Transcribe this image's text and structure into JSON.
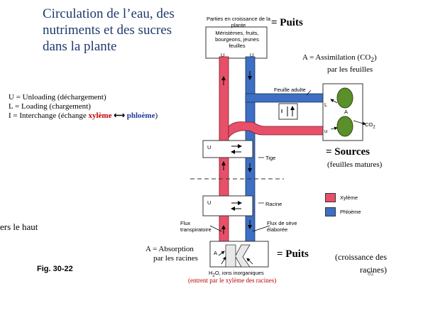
{
  "title": "Circulation de l’eau, des nutriments et des sucres dans la plante",
  "top_box": "Parties en croissance de la plante",
  "meristemes": "Méristèmes, fruits, bourgeons, jeunes feuilles",
  "u_label": "U",
  "puits_top": "= Puits",
  "assimilation_line1": "A = Assimilation (CO",
  "assimilation_sub": "2",
  "assimilation_close": ")",
  "assimilation_line2": "par les feuilles",
  "feuille_adulte": "Feuille adulte",
  "co2": "CO",
  "co2_sub": "2",
  "leaf_L": "L",
  "leaf_A": "A",
  "leaf_U": "u",
  "box_I": "I",
  "box_U": "U",
  "box_L": "L",
  "abbrev": {
    "u": "U = Unloading (déchargement)",
    "l": "L = Loading (chargement)",
    "i_prefix": "I = Interchange (échange ",
    "i_xylem": "xylème",
    "i_arrows": "⟷",
    "i_phloem": "phloème",
    "i_suffix": ")"
  },
  "sources": "= Sources",
  "sources_sub": "(feuilles matures)",
  "tige": "Tige",
  "racine": "Racine",
  "legend": [
    {
      "label": "Xylème",
      "color": "#e8506a"
    },
    {
      "label": "Phloème",
      "color": "#3d6fc2"
    }
  ],
  "vers_le_haut": "ers le haut",
  "flux_transpiratoire": "Flux transpiratoire",
  "flux_seve": "Flux de sève élaborée",
  "absorption_line1": "A = Absorption",
  "absorption_line2": "par les racines",
  "root_A": "A",
  "puits_bottom": "= Puits",
  "puits_bottom_sub": "(croissance des racines)",
  "fig_label": "Fig. 30-22",
  "h2o": "H",
  "h2o_sub": "2",
  "h2o_rest": "O, ions inorganiques",
  "entrent": "(entrent par le xylème des racines)",
  "page_number": "82"
}
